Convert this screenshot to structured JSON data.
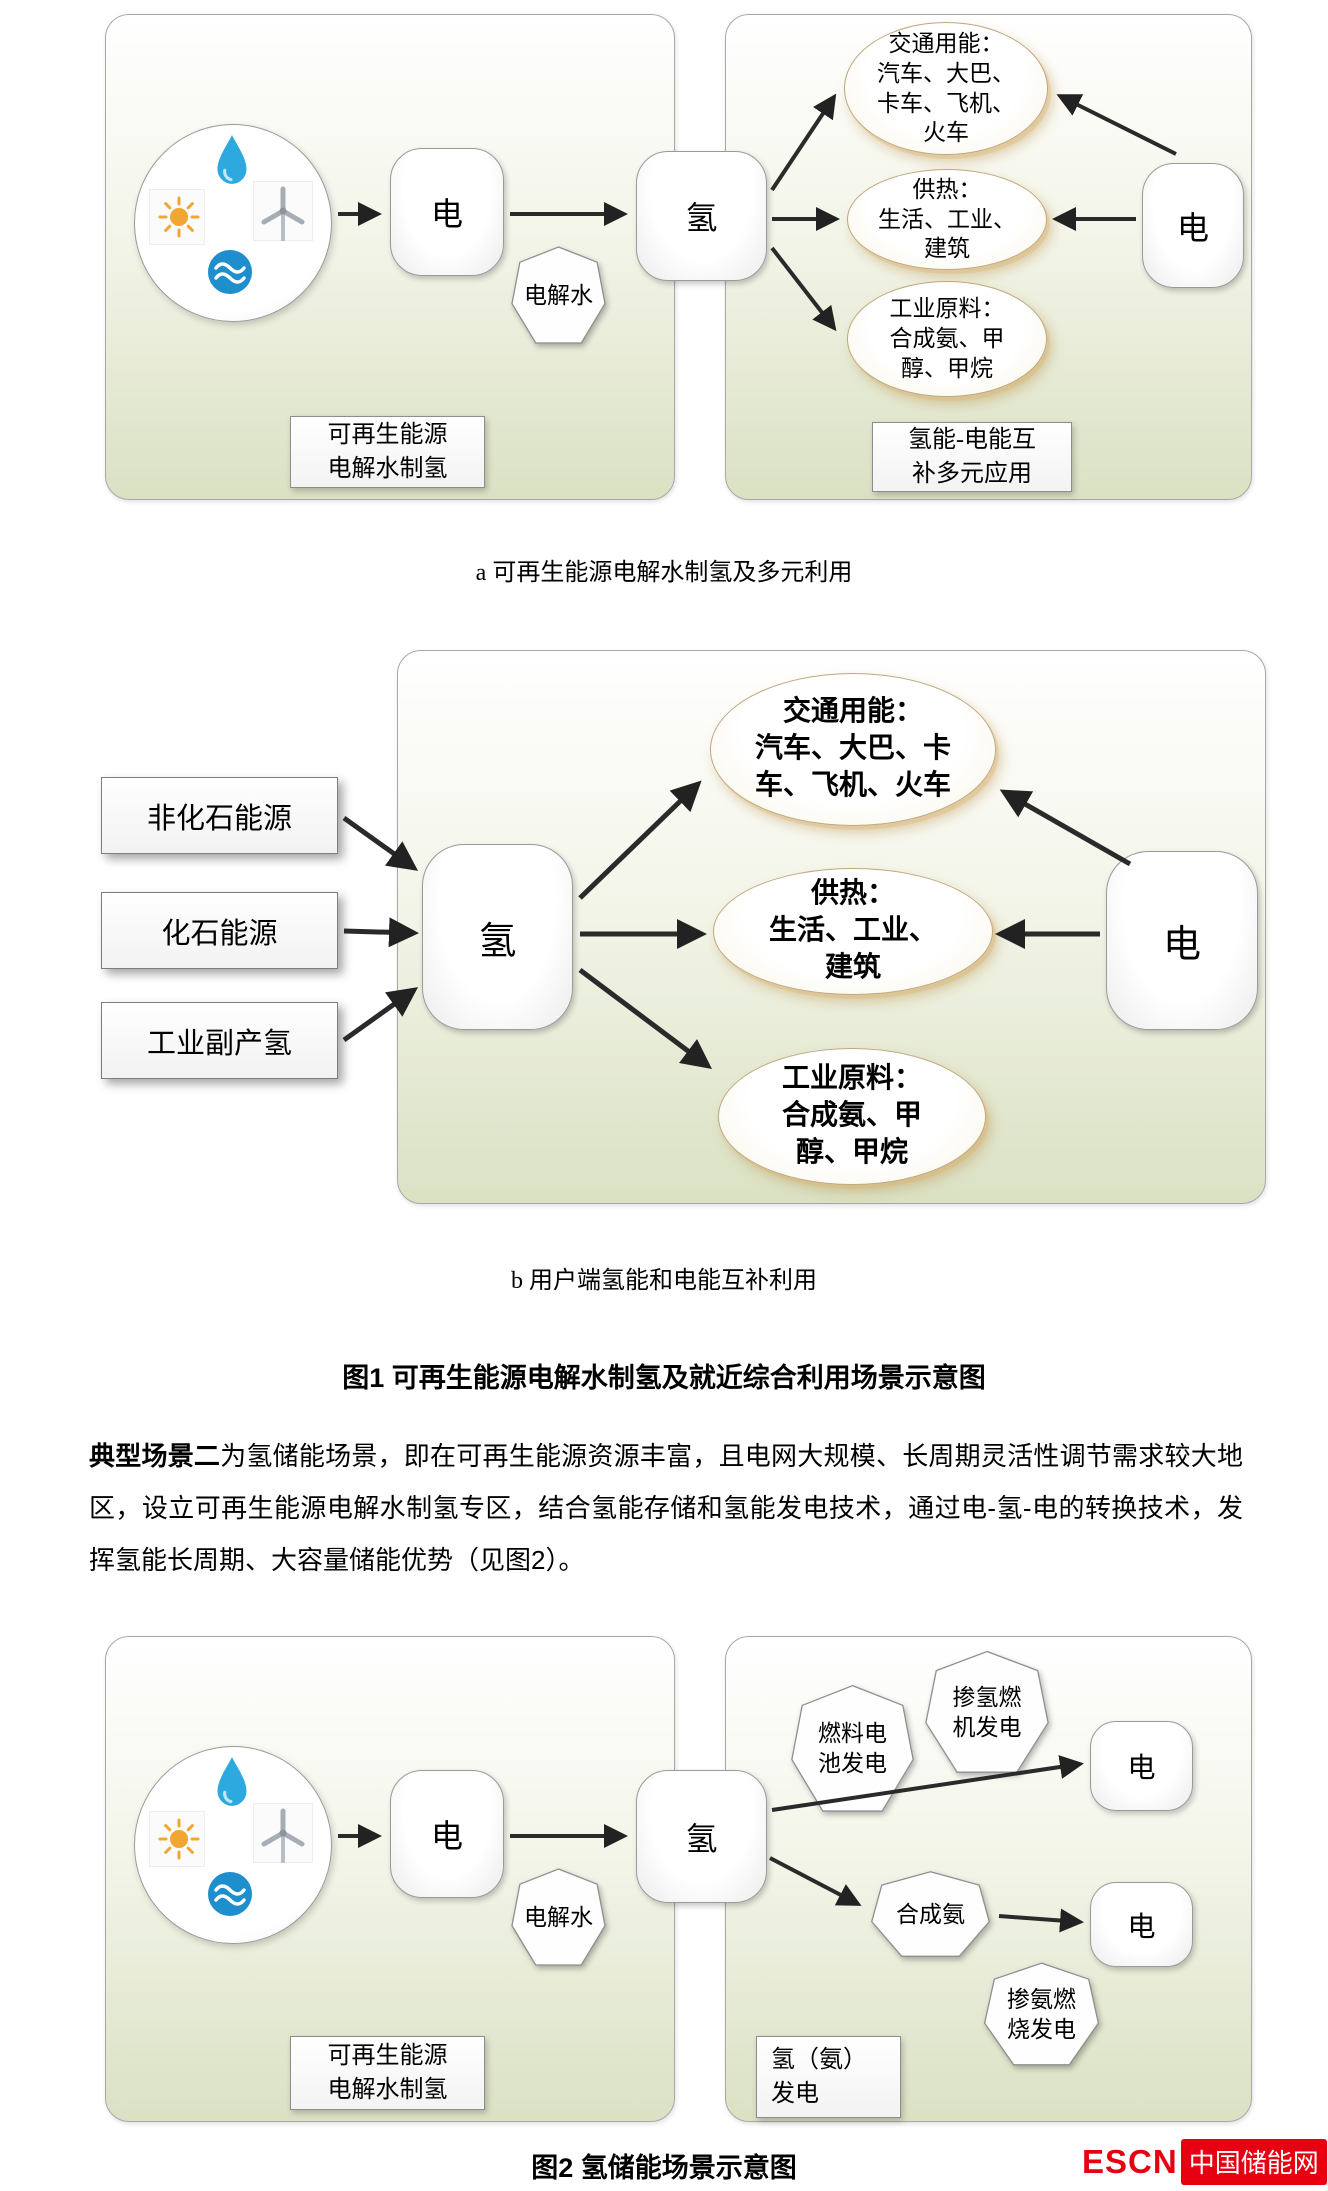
{
  "colors": {
    "logo_red": "#e60012",
    "panel_green": "#dae1c3",
    "arrow": "#2a2a2a",
    "ellipse_glow": "#e0b674"
  },
  "figure1": {
    "left_panel": {
      "icons": [
        "sun",
        "water-drop",
        "wind-turbine",
        "ocean-wave"
      ],
      "dian": "电",
      "qing": "氢",
      "electrolysis": "电解水",
      "label": [
        "可再生能源",
        "电解水制氢"
      ]
    },
    "right_panel": {
      "transport": [
        "交通用能：",
        "汽车、大巴、",
        "卡车、飞机、",
        "火车"
      ],
      "heating": [
        "供热：",
        "生活、工业、",
        "建筑"
      ],
      "industry": [
        "工业原料：",
        "合成氨、甲",
        "醇、甲烷"
      ],
      "dian": "电",
      "label": [
        "氢能-电能互",
        "补多元应用"
      ]
    },
    "caption_a": "a 可再生能源电解水制氢及多元利用",
    "user_panel": {
      "sources": [
        "非化石能源",
        "化石能源",
        "工业副产氢"
      ],
      "qing": "氢",
      "dian": "电",
      "transport": [
        "交通用能：",
        "汽车、大巴、卡",
        "车、飞机、火车"
      ],
      "heating": [
        "供热：",
        "生活、工业、",
        "建筑"
      ],
      "industry": [
        "工业原料：",
        "合成氨、甲",
        "醇、甲烷"
      ]
    },
    "caption_b": "b 用户端氢能和电能互补利用",
    "title": "图1  可再生能源电解水制氢及就近综合利用场景示意图"
  },
  "paragraph": {
    "lead": "典型场景二",
    "body": "为氢储能场景，即在可再生能源资源丰富，且电网大规模、长周期灵活性调节需求较大地区，设立可再生能源电解水制氢专区，结合氢能存储和氢能发电技术，通过电-氢-电的转换技术，发挥氢能长周期、大容量储能优势（见图2）。"
  },
  "figure2": {
    "left_panel": {
      "icons": [
        "sun",
        "water-drop",
        "wind-turbine",
        "ocean-wave"
      ],
      "dian": "电",
      "qing": "氢",
      "electrolysis": "电解水",
      "label": [
        "可再生能源",
        "电解水制氢"
      ]
    },
    "right_panel": {
      "fuel_cell": [
        "燃料电",
        "池发电"
      ],
      "h2_turbine": [
        "掺氢燃",
        "机发电"
      ],
      "dian_top": "电",
      "ammonia": "合成氨",
      "dian_bottom": "电",
      "nh3_combustion": [
        "掺氨燃",
        "烧发电"
      ],
      "label": [
        "氢（氨）",
        "发电"
      ]
    },
    "title": "图2  氢储能场景示意图"
  },
  "logo": {
    "escn": "ESCN",
    "name": "中国储能网"
  }
}
